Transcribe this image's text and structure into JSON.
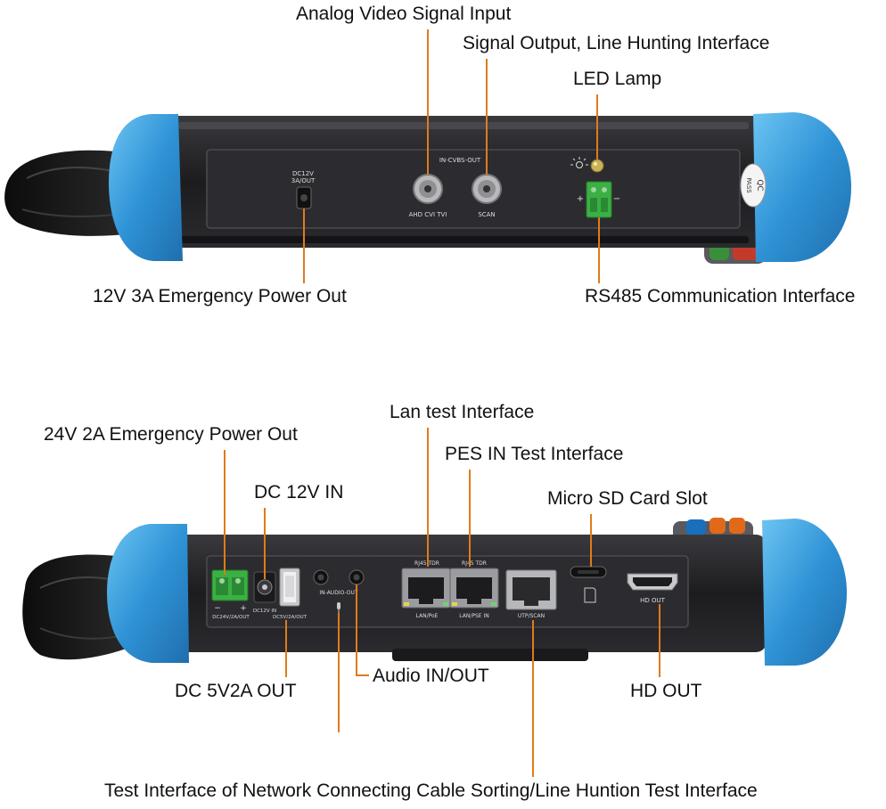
{
  "callouts": {
    "analog_video_input": "Analog Video Signal Input",
    "signal_output_line_hunting": "Signal Output, Line Hunting Interface",
    "led_lamp": "LED Lamp",
    "emergency_power_12v": "12V 3A Emergency Power Out",
    "rs485": "RS485 Communication Interface",
    "emergency_power_24v": "24V 2A Emergency Power Out",
    "lan_test": "Lan test Interface",
    "pes_in_test": "PES IN Test Interface",
    "dc_12v_in": "DC 12V IN",
    "micro_sd": "Micro SD Card Slot",
    "dc_5v2a_out": "DC 5V2A OUT",
    "audio_in_out": "Audio IN/OUT",
    "hd_out": "HD OUT",
    "network_cable_test": "Test Interface of Network Connecting Cable Sorting/Line Huntion Test Interface"
  },
  "device_labels": {
    "dc12v_top": "DC12V",
    "dc12v_top_sub": "3A/OUT",
    "in_cvbs_out": "IN-CVBS-OUT",
    "ahd_cvi_tvi": "AHD CVI TVI",
    "scan": "SCAN",
    "plus": "+",
    "minus": "−",
    "qc": "QC",
    "pass": "PASS",
    "dc24v": "DC24V/2A/OUT",
    "dc12v_in": "DC12V IN",
    "dc5v": "DC5V/2A/OUT",
    "in_audio_out": "IN-AUDIO-OUT",
    "rj45_tdr_1": "RJ45 TDR",
    "rj45_tdr_2": "RJ45 TDR",
    "lan_poe": "LAN/PoE",
    "lan_pse_in": "LAN/PSE IN",
    "utp_scan": "UTP/SCAN",
    "hd_out_port": "HD OUT"
  },
  "colors": {
    "leader": "#e07b1a",
    "bumper": "#3d9fdc",
    "body": "#1e1e20",
    "panel": "#2a2a2d",
    "terminal": "#3cb043"
  }
}
